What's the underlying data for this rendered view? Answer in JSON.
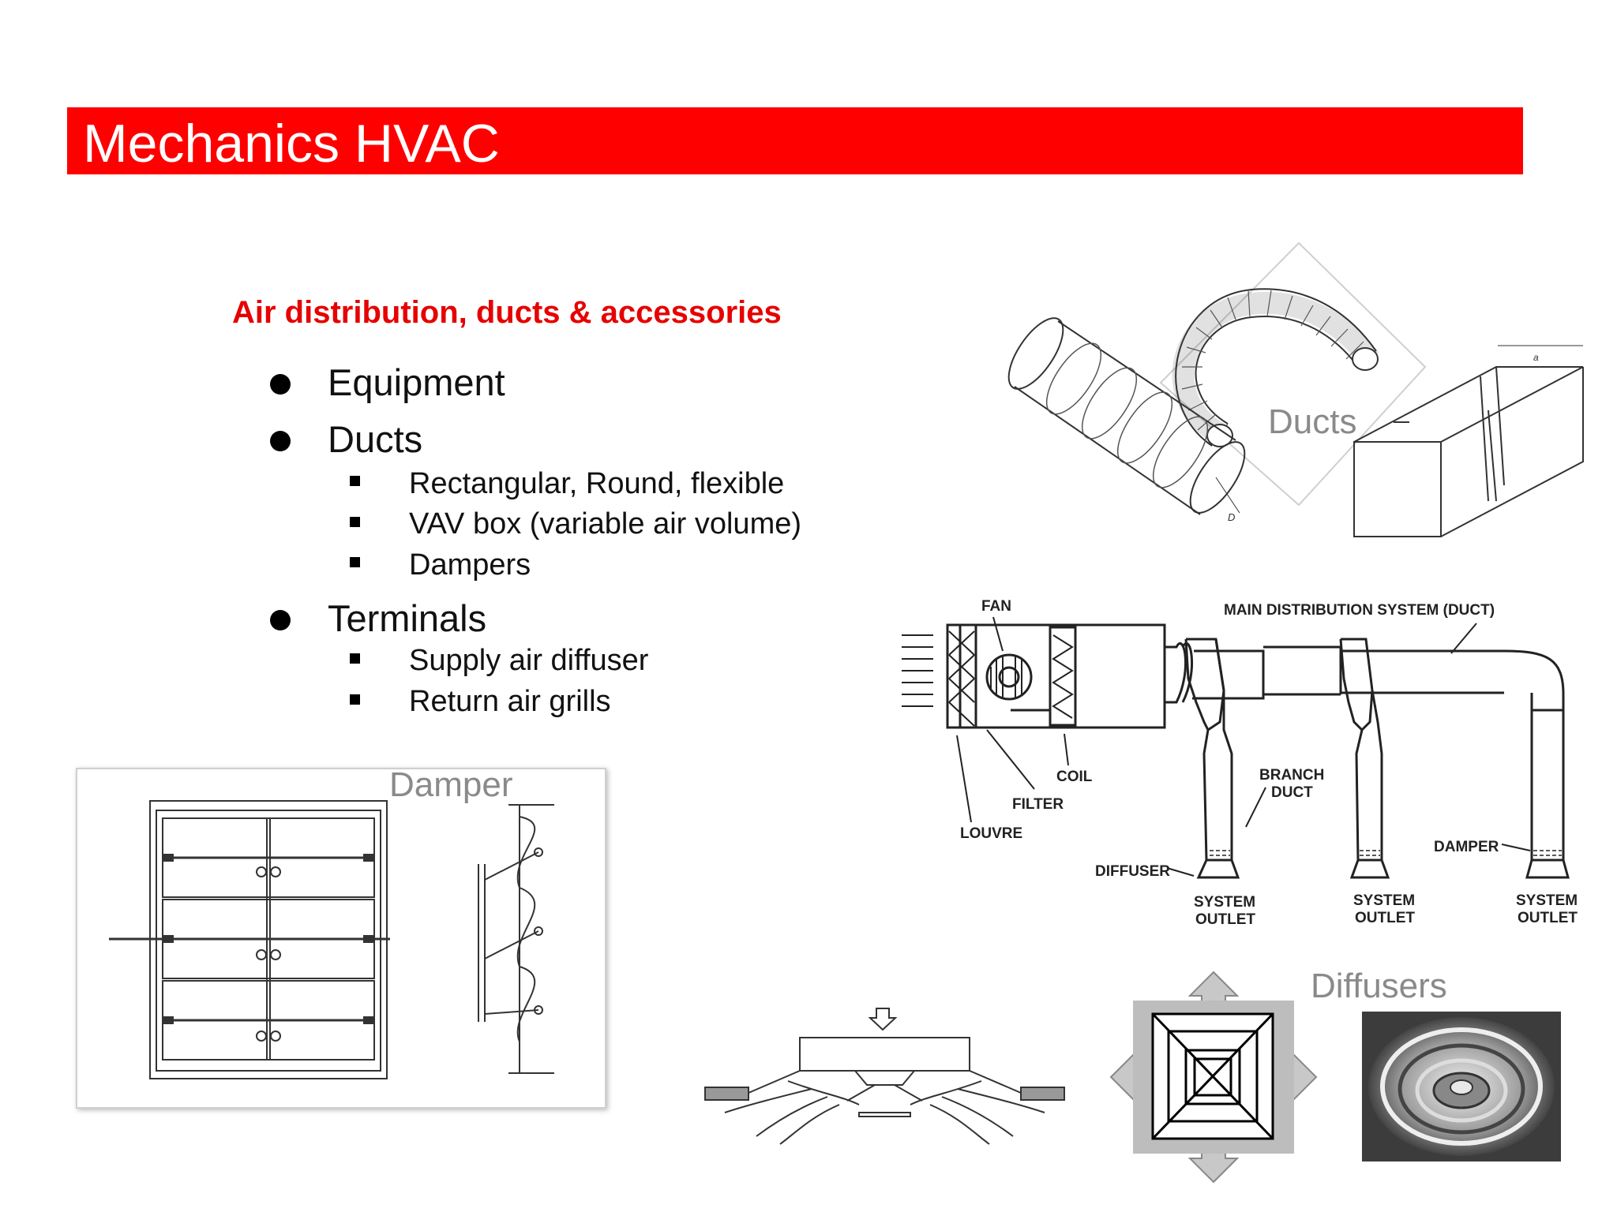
{
  "header": {
    "title": "Mechanics HVAC",
    "bar_color": "#ff0000"
  },
  "section": {
    "title": "Air distribution, ducts & accessories",
    "title_color": "#e60000"
  },
  "bullets": [
    {
      "label": "Equipment",
      "children": []
    },
    {
      "label": "Ducts",
      "children": [
        "Rectangular, Round, flexible",
        "VAV box (variable air volume)",
        "Dampers"
      ]
    },
    {
      "label": "Terminals",
      "children": [
        "Supply air diffuser",
        "Return air grills"
      ]
    }
  ],
  "images": {
    "ducts_label": "Ducts",
    "damper_label": "Damper",
    "diffusers_label": "Diffusers"
  },
  "diagram": {
    "fan": "FAN",
    "main_duct": "MAIN DISTRIBUTION SYSTEM (DUCT)",
    "coil": "COIL",
    "filter": "FILTER",
    "louvre": "LOUVRE",
    "branch": "BRANCH",
    "duct": "DUCT",
    "diffuser": "DIFFUSER",
    "damper": "DAMPER",
    "system": "SYSTEM",
    "outlet": "OUTLET"
  }
}
